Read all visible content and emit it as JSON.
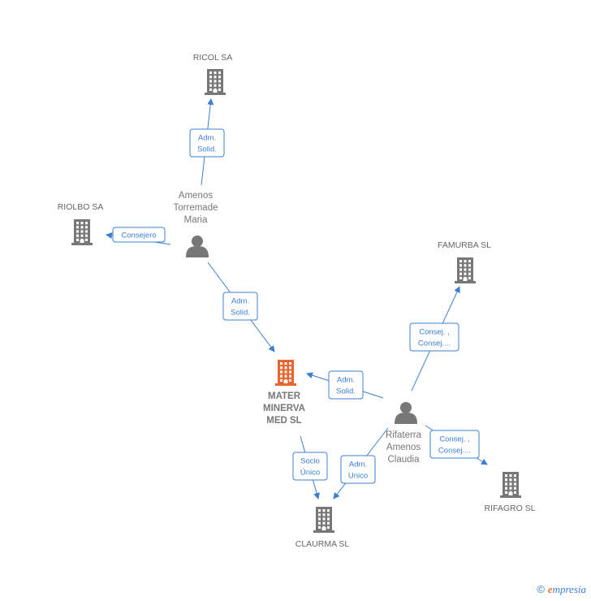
{
  "colors": {
    "edge": "#3b7fd4",
    "company": "#777777",
    "main_company": "#e8642c",
    "person": "#777777",
    "brand_e": "#e8772e"
  },
  "nodes": [
    {
      "id": "ricol",
      "type": "company",
      "label": [
        "RICOL SA"
      ],
      "icon": "building-icon"
    },
    {
      "id": "riolbo",
      "type": "company",
      "label": [
        "RIOLBO SA"
      ],
      "icon": "building-icon"
    },
    {
      "id": "famurba",
      "type": "company",
      "label": [
        "FAMURBA SL"
      ],
      "icon": "building-icon"
    },
    {
      "id": "mater",
      "type": "main",
      "label": [
        "MATER",
        "MINERVA",
        "MED  SL"
      ],
      "icon": "building-icon"
    },
    {
      "id": "rifagro",
      "type": "company",
      "label": [
        "RIFAGRO SL"
      ],
      "icon": "building-icon"
    },
    {
      "id": "claurma",
      "type": "company",
      "label": [
        "CLAURMA SL"
      ],
      "icon": "building-icon"
    },
    {
      "id": "amenos",
      "type": "person",
      "label": [
        "Amenos",
        "Torremade",
        "Maria"
      ],
      "icon": "person-icon"
    },
    {
      "id": "rifaterra",
      "type": "person",
      "label": [
        "Rifaterra",
        "Amenos",
        "Claudia"
      ],
      "icon": "person-icon"
    }
  ],
  "edges": [
    {
      "from": "amenos",
      "to": "ricol",
      "label": [
        "Adm.",
        "Solid."
      ]
    },
    {
      "from": "amenos",
      "to": "riolbo",
      "label": [
        "Consejero"
      ]
    },
    {
      "from": "amenos",
      "to": "mater",
      "label": [
        "Adm.",
        "Solid."
      ]
    },
    {
      "from": "rifaterra",
      "to": "mater",
      "label": [
        "Adm.",
        "Solid."
      ]
    },
    {
      "from": "rifaterra",
      "to": "famurba",
      "label": [
        "Consej. ,",
        "Consej...."
      ]
    },
    {
      "from": "rifaterra",
      "to": "rifagro",
      "label": [
        "Consej. ,",
        "Consej...."
      ]
    },
    {
      "from": "rifaterra",
      "to": "claurma",
      "label": [
        "Adm.",
        "Unico"
      ]
    },
    {
      "from": "mater",
      "to": "claurma",
      "label": [
        "Socio",
        "Único"
      ]
    }
  ],
  "footer": {
    "copyright": "©",
    "brand_first": "e",
    "brand_rest": "mpresia"
  }
}
